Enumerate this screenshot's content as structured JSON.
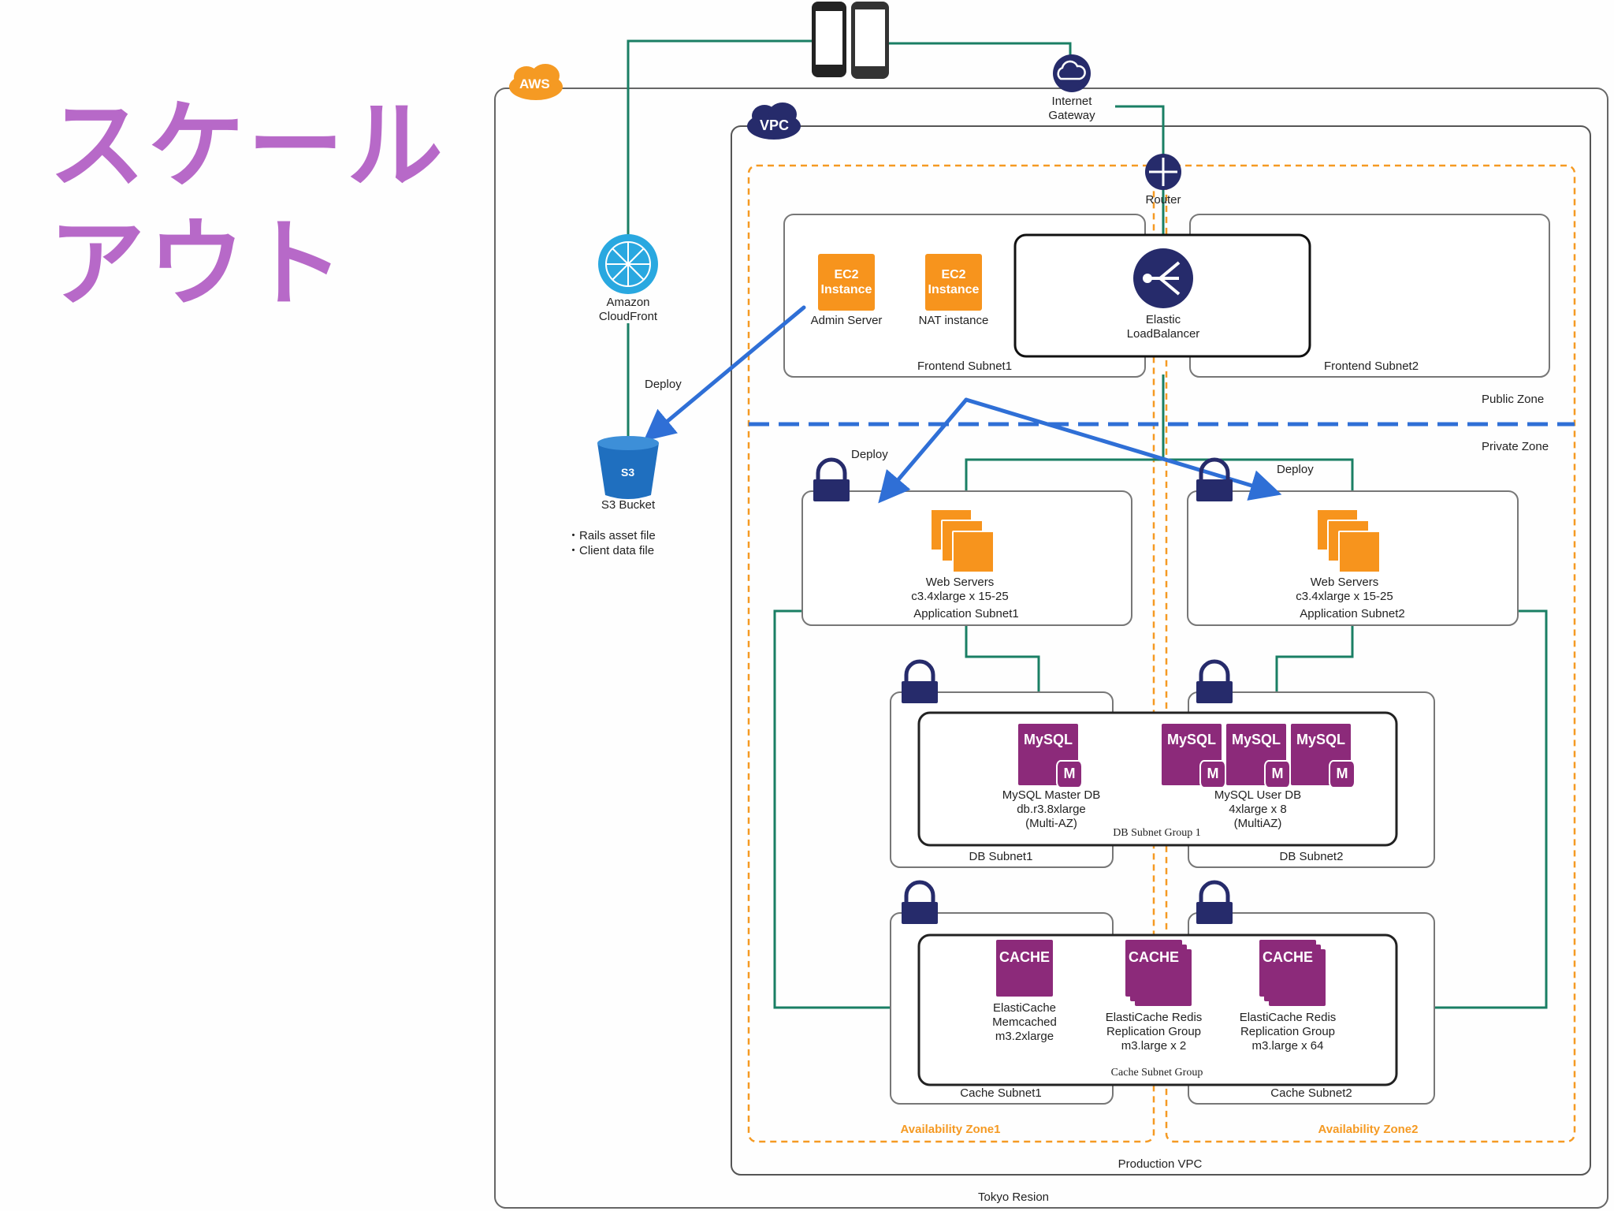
{
  "slide": {
    "title_line1": "スケール",
    "title_line2": "アウト"
  },
  "colors": {
    "title": "#b769c8",
    "aws_orange": "#f59a23",
    "connector_green": "#1a7f64",
    "deploy_blue": "#2f6fd6",
    "navy": "#262b6b",
    "db_purple": "#8c2a7a",
    "ec2_orange": "#f7941d"
  },
  "diagram": {
    "aws_badge": "AWS",
    "vpc_badge": "VPC",
    "internet_gateway": "Internet\nGateway",
    "cloudfront": "Amazon\nCloudFront",
    "s3_icon_text": "S3",
    "s3_bucket": "S3 Bucket",
    "s3_items": [
      "・Rails asset file",
      "・Client data file"
    ],
    "router": "Router",
    "ec2_icon_text": "EC2\nInstance",
    "admin_server": "Admin Server",
    "nat_instance": "NAT instance",
    "elb": "Elastic\nLoadBalancer",
    "frontend_subnet1": "Frontend Subnet1",
    "frontend_subnet2": "Frontend Subnet2",
    "public_zone": "Public Zone",
    "private_zone": "Private Zone",
    "deploy_labels": [
      "Deploy",
      "Deploy",
      "Deploy"
    ],
    "web_servers_1": "Web Servers\nc3.4xlarge x 15-25",
    "web_servers_2": "Web Servers\nc3.4xlarge x 15-25",
    "app_subnet1": "Application Subnet1",
    "app_subnet2": "Application Subnet2",
    "mysql_icon": "MySQL",
    "mysql_m": "M",
    "mysql_master": "MySQL Master DB\ndb.r3.8xlarge\n(Multi-AZ)",
    "mysql_user": "MySQL User DB\n4xlarge x 8\n(MultiAZ)",
    "db_subnet_group": "DB Subnet Group 1",
    "db_subnet1": "DB Subnet1",
    "db_subnet2": "DB Subnet2",
    "cache_icon": "CACHE",
    "memcached": "ElastiCache\nMemcached\nm3.2xlarge",
    "redis_1": "ElastiCache Redis\nReplication Group\nm3.large x 2",
    "redis_2": "ElastiCache Redis\nReplication Group\nm3.large x 64",
    "cache_subnet_group": "Cache Subnet Group",
    "cache_subnet1": "Cache Subnet1",
    "cache_subnet2": "Cache Subnet2",
    "az1": "Availability Zone1",
    "az2": "Availability Zone2",
    "production_vpc": "Production VPC",
    "tokyo_region": "Tokyo Resion"
  }
}
